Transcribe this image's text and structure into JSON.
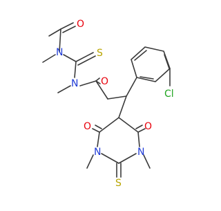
{
  "diagram": {
    "type": "chemical-structure",
    "atom_labels": [
      {
        "id": "o1",
        "text": "O",
        "color": "#e8000b"
      },
      {
        "id": "n1",
        "text": "N",
        "color": "#1f3bd6"
      },
      {
        "id": "s1",
        "text": "S",
        "color": "#b8a400"
      },
      {
        "id": "n2",
        "text": "N",
        "color": "#1f3bd6"
      },
      {
        "id": "o2",
        "text": "O",
        "color": "#e8000b"
      },
      {
        "id": "cl",
        "text": "Cl",
        "color": "#1fa51f"
      },
      {
        "id": "o3",
        "text": "O",
        "color": "#e8000b"
      },
      {
        "id": "o4",
        "text": "O",
        "color": "#e8000b"
      },
      {
        "id": "n3",
        "text": "N",
        "color": "#1f3bd6"
      },
      {
        "id": "n4",
        "text": "N",
        "color": "#1f3bd6"
      },
      {
        "id": "s2",
        "text": "S",
        "color": "#b8a400"
      }
    ]
  }
}
